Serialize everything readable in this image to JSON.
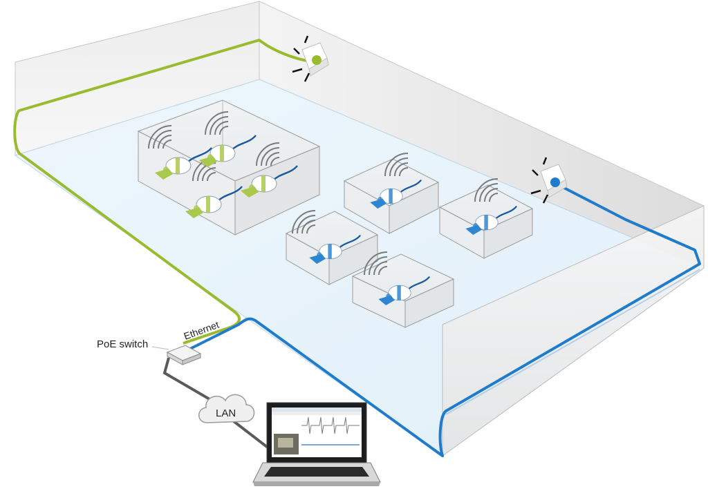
{
  "labels": {
    "poe_switch": "PoE switch",
    "ethernet": "Ethernet",
    "lan": "LAN"
  },
  "colors": {
    "green_cable": "#9bbb2e",
    "blue_cable": "#1f7ccc",
    "gray_cable": "#5a5a5a",
    "floor": "#e6f3fb",
    "wall": "#e8e8e8",
    "green_rat": "#a9c84c",
    "blue_rat": "#2e86d2"
  },
  "cages": [
    {
      "id": "group-cage",
      "animals": 4,
      "tag_color": "green"
    },
    {
      "id": "cage-2",
      "animals": 1,
      "tag_color": "blue"
    },
    {
      "id": "cage-3",
      "animals": 1,
      "tag_color": "blue"
    },
    {
      "id": "cage-4",
      "animals": 1,
      "tag_color": "blue"
    },
    {
      "id": "cage-5",
      "animals": 1,
      "tag_color": "blue"
    }
  ],
  "receivers": [
    {
      "id": "receiver-green",
      "color": "green"
    },
    {
      "id": "receiver-blue",
      "color": "blue"
    }
  ]
}
